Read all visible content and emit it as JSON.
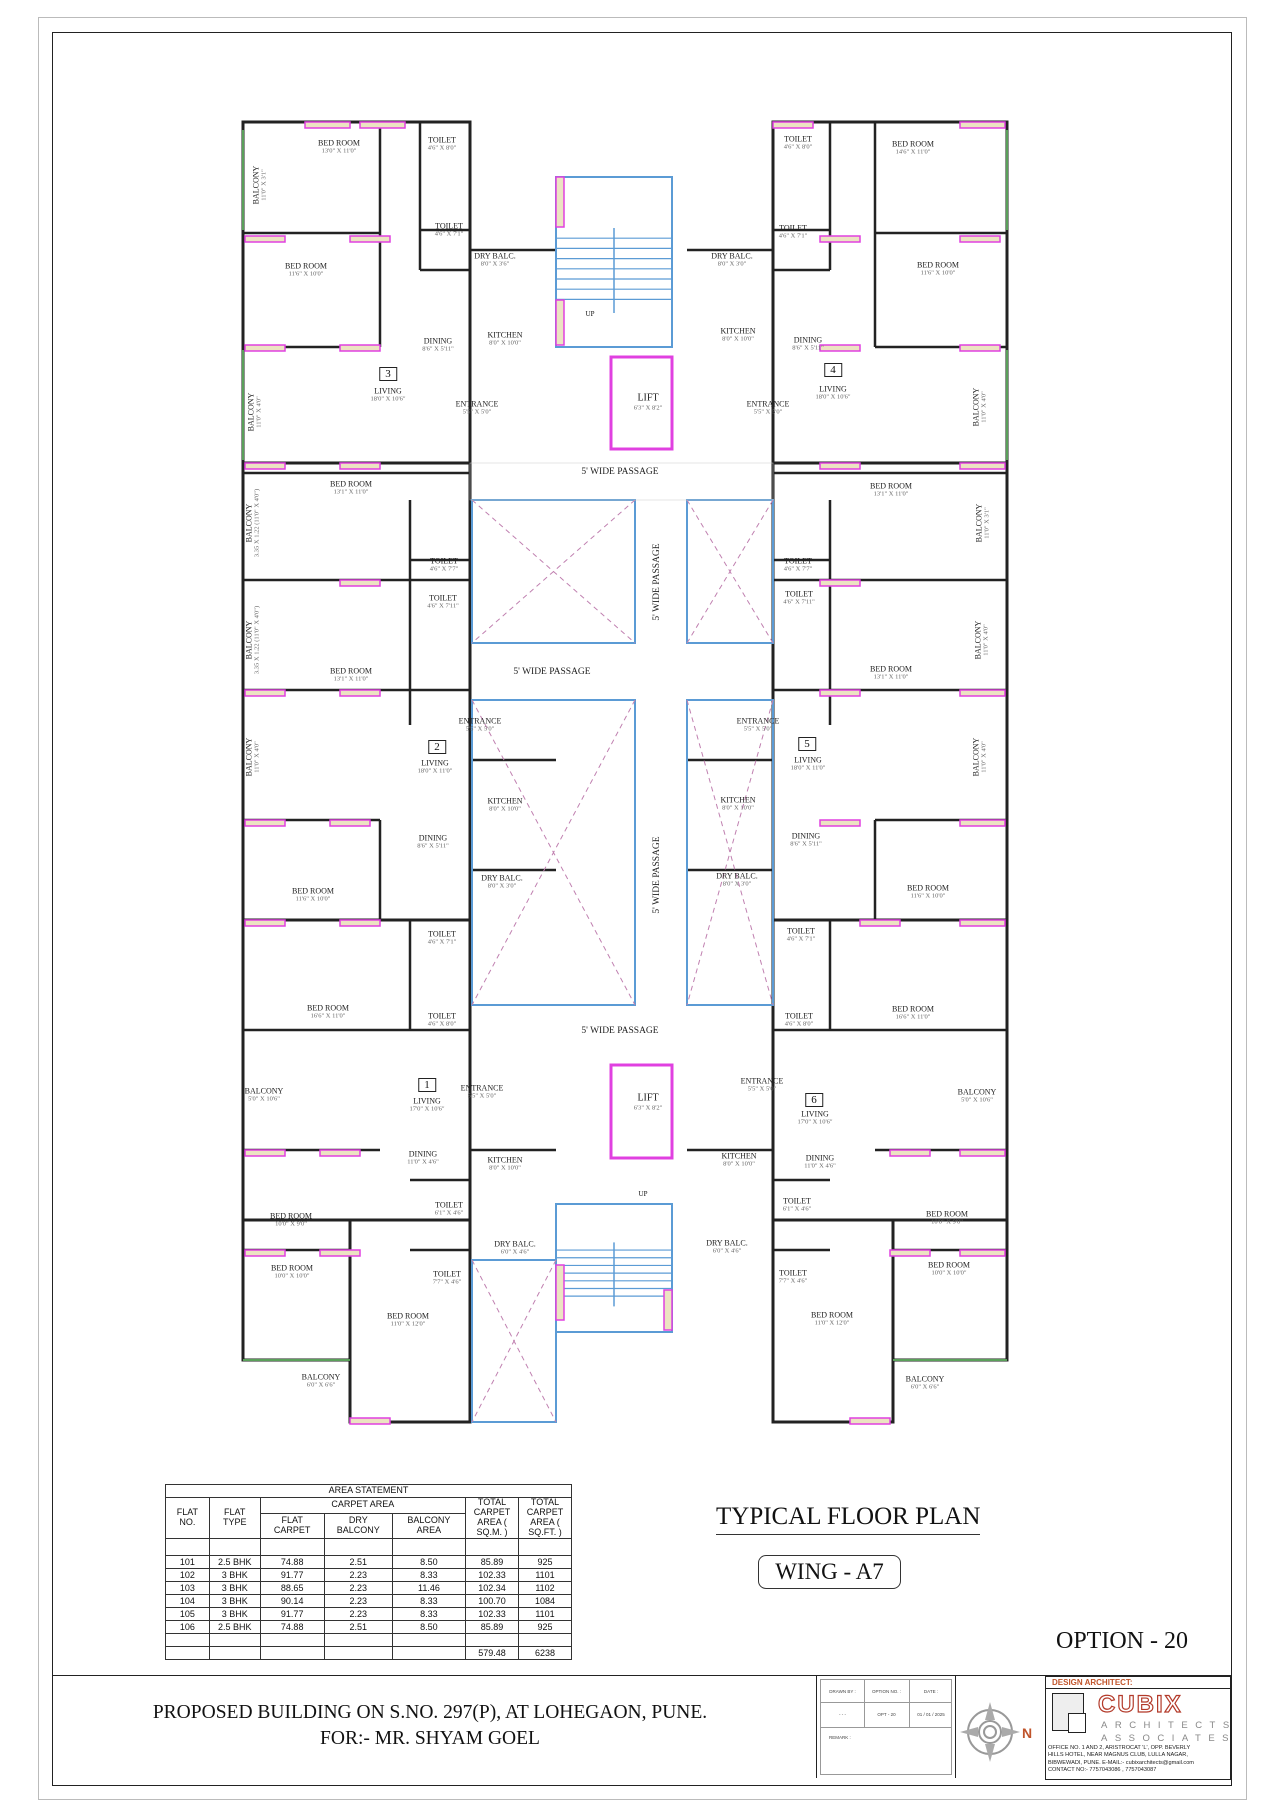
{
  "plan": {
    "rooms": [
      {
        "name": "BED ROOM",
        "size": "13'0\" X 11'0\""
      },
      {
        "name": "TOILET",
        "size": "4'6\" X 8'0\""
      },
      {
        "name": "TOILET",
        "size": "4'6\" X 7'1\""
      },
      {
        "name": "BALCONY",
        "size": "11'0\" X 3'1\""
      },
      {
        "name": "BED ROOM",
        "size": "11'6\" X 10'0\""
      },
      {
        "name": "DRY BALC.",
        "size": "8'0\" X 3'6\""
      },
      {
        "name": "DINING",
        "size": "8'6\" X 5'11\""
      },
      {
        "name": "KITCHEN",
        "size": "8'0\" X 10'0\""
      },
      {
        "name": "LIVING",
        "size": "18'0\" X 10'6\""
      },
      {
        "name": "ENTRANCE",
        "size": "5'5\" X 5'0\""
      },
      {
        "name": "BALCONY",
        "size": "11'0\" X 4'0\""
      },
      {
        "name": "TOILET",
        "size": "4'6\" X 8'0\""
      },
      {
        "name": "BED ROOM",
        "size": "14'6\" X 11'0\""
      },
      {
        "name": "TOILET",
        "size": "4'6\" X 7'1\""
      },
      {
        "name": "DRY BALC.",
        "size": "8'0\" X 3'0\""
      },
      {
        "name": "BED ROOM",
        "size": "11'6\" X 10'0\""
      },
      {
        "name": "KITCHEN",
        "size": "8'0\" X 10'0\""
      },
      {
        "name": "DINING",
        "size": "8'6\" X 5'11\""
      },
      {
        "name": "LIVING",
        "size": "18'0\" X 10'6\""
      },
      {
        "name": "ENTRANCE",
        "size": "5'5\" X 5'0\""
      },
      {
        "name": "BALCONY",
        "size": "11'0\" X 4'0\""
      },
      {
        "name": "BED ROOM",
        "size": "13'1\" X 11'0\""
      },
      {
        "name": "BALCONY",
        "size": "3.35 X 1.22 (11'0\" X 4'0\")"
      },
      {
        "name": "TOILET",
        "size": "4'6\" X 7'7\""
      },
      {
        "name": "TOILET",
        "size": "4'6\" X 7'11\""
      },
      {
        "name": "BALCONY",
        "size": "3.35 X 1.22 (11'0\" X 4'0\")"
      },
      {
        "name": "BED ROOM",
        "size": "13'1\" X 11'0\""
      },
      {
        "name": "ENTRANCE",
        "size": "5'5\" X 5'0\""
      },
      {
        "name": "LIVING",
        "size": "18'0\" X 11'0\""
      },
      {
        "name": "BALCONY",
        "size": "11'0\" X 4'0\""
      },
      {
        "name": "KITCHEN",
        "size": "8'0\" X 10'0\""
      },
      {
        "name": "DINING",
        "size": "8'6\" X 5'11\""
      },
      {
        "name": "DRY BALC.",
        "size": "8'0\" X 3'0\""
      },
      {
        "name": "BED ROOM",
        "size": "11'6\" X 10'0\""
      },
      {
        "name": "BED ROOM",
        "size": "13'1\" X 11'0\""
      },
      {
        "name": "BALCONY",
        "size": "11'0\" X 3'1\""
      },
      {
        "name": "TOILET",
        "size": "4'6\" X 7'7\""
      },
      {
        "name": "TOILET",
        "size": "4'6\" X 7'11\""
      },
      {
        "name": "BALCONY",
        "size": "11'0\" X 4'0\""
      },
      {
        "name": "BED ROOM",
        "size": "13'1\" X 11'0\""
      },
      {
        "name": "ENTRANCE",
        "size": "5'5\" X 5'0\""
      },
      {
        "name": "LIVING",
        "size": "18'0\" X 11'0\""
      },
      {
        "name": "BALCONY",
        "size": "11'0\" X 4'0\""
      },
      {
        "name": "KITCHEN",
        "size": "8'0\" X 10'0\""
      },
      {
        "name": "DINING",
        "size": "8'6\" X 5'11\""
      },
      {
        "name": "DRY BALC.",
        "size": "8'0\" X 3'0\""
      },
      {
        "name": "BED ROOM",
        "size": "11'6\" X 10'0\""
      },
      {
        "name": "TOILET",
        "size": "4'6\" X 7'1\""
      },
      {
        "name": "BED ROOM",
        "size": "16'6\" X 11'0\""
      },
      {
        "name": "TOILET",
        "size": "4'6\" X 8'0\""
      },
      {
        "name": "BALCONY",
        "size": "5'0\" X 10'6\""
      },
      {
        "name": "LIVING",
        "size": "17'0\" X 10'6\""
      },
      {
        "name": "ENTRANCE",
        "size": "5'5\" X 5'0\""
      },
      {
        "name": "DINING",
        "size": "11'0\" X 4'6\""
      },
      {
        "name": "KITCHEN",
        "size": "8'0\" X 10'0\""
      },
      {
        "name": "TOILET",
        "size": "6'1\" X 4'6\""
      },
      {
        "name": "BED ROOM",
        "size": "10'0\" X 9'0\""
      },
      {
        "name": "DRY BALC.",
        "size": "6'0\" X 4'6\""
      },
      {
        "name": "BED ROOM",
        "size": "10'0\" X 10'0\""
      },
      {
        "name": "TOILET",
        "size": "7'7\" X 4'6\""
      },
      {
        "name": "BED ROOM",
        "size": "11'0\" X 12'0\""
      },
      {
        "name": "BALCONY",
        "size": "6'0\" X 6'6\""
      },
      {
        "name": "TOILET",
        "size": "4'6\" X 7'1\""
      },
      {
        "name": "BED ROOM",
        "size": "16'6\" X 11'0\""
      },
      {
        "name": "TOILET",
        "size": "4'6\" X 8'0\""
      },
      {
        "name": "ENTRANCE",
        "size": "5'5\" X 5'0\""
      },
      {
        "name": "BALCONY",
        "size": "5'0\" X 10'6\""
      },
      {
        "name": "LIVING",
        "size": "17'0\" X 10'6\""
      },
      {
        "name": "KITCHEN",
        "size": "8'0\" X 10'0\""
      },
      {
        "name": "DINING",
        "size": "11'0\" X 4'6\""
      },
      {
        "name": "TOILET",
        "size": "6'1\" X 4'6\""
      },
      {
        "name": "BED ROOM",
        "size": "10'0\" X 9'0\""
      },
      {
        "name": "DRY BALC.",
        "size": "6'0\" X 4'6\""
      },
      {
        "name": "TOILET",
        "size": "7'7\" X 4'6\""
      },
      {
        "name": "BED ROOM",
        "size": "10'0\" X 10'0\""
      },
      {
        "name": "BED ROOM",
        "size": "11'0\" X 12'0\""
      },
      {
        "name": "BALCONY",
        "size": "6'0\" X 6'6\""
      },
      {
        "name": "LIFT",
        "size": "6'3\" X 8'2\""
      },
      {
        "name": "LIFT",
        "size": "6'3\" X 8'2\""
      }
    ],
    "flat_numbers": [
      "3",
      "4",
      "2",
      "5",
      "1",
      "6"
    ],
    "passages": [
      "5' WIDE PASSAGE",
      "5' WIDE PASSAGE",
      "5' WIDE PASSAGE",
      "5' WIDE PASSAGE",
      "5' WIDE PASSAGE"
    ],
    "stair_labels": [
      "UP",
      "UP"
    ],
    "colors": {
      "wall": "#222222",
      "window": "#e040e0",
      "window_fill": "#ece3c2",
      "glazing": "#5b9bd5",
      "balcony_rail": "#5aa05a",
      "furniture": "#b0651e",
      "shaft": "#c080b0"
    }
  },
  "area_statement": {
    "title": "AREA STATEMENT",
    "group_header": "CARPET AREA",
    "headers": [
      "FLAT NO.",
      "FLAT TYPE",
      "FLAT CARPET",
      "DRY BALCONY",
      "BALCONY AREA",
      "TOTAL CARPET AREA ( SQ.M. )",
      "TOTAL CARPET AREA ( SQ.FT. )"
    ],
    "rows": [
      [
        "101",
        "2.5 BHK",
        "74.88",
        "2.51",
        "8.50",
        "85.89",
        "925"
      ],
      [
        "102",
        "3 BHK",
        "91.77",
        "2.23",
        "8.33",
        "102.33",
        "1101"
      ],
      [
        "103",
        "3 BHK",
        "88.65",
        "2.23",
        "11.46",
        "102.34",
        "1102"
      ],
      [
        "104",
        "3 BHK",
        "90.14",
        "2.23",
        "8.33",
        "100.70",
        "1084"
      ],
      [
        "105",
        "3 BHK",
        "91.77",
        "2.23",
        "8.33",
        "102.33",
        "1101"
      ],
      [
        "106",
        "2.5 BHK",
        "74.88",
        "2.51",
        "8.50",
        "85.89",
        "925"
      ]
    ],
    "totals": [
      "",
      "",
      "",
      "",
      "",
      "579.48",
      "6238"
    ]
  },
  "drawing_title": "TYPICAL FLOOR PLAN",
  "wing": "WING - A7",
  "option": "OPTION - 20",
  "project": {
    "line1": "PROPOSED BUILDING ON S.NO. 297(P), AT LOHEGAON, PUNE.",
    "line2": "FOR:- MR. SHYAM GOEL"
  },
  "info_block": {
    "drawn_by_label": "DRAWN BY :",
    "option_no_label": "OPTION NO. :",
    "date_label": "DATE :",
    "drawn_by": "- - -",
    "option_no": "OPT - 20",
    "date": "01 / 01 / 2025",
    "remark_label": "REMARK :"
  },
  "compass": {
    "north_label": "N",
    "icon": "north-compass-icon"
  },
  "architect": {
    "header": "DESIGN ARCHITECT:",
    "logo_text": "CUBIX",
    "logo_line2": "ARCHITECTS",
    "logo_line3": "ASSOCIATES",
    "address": [
      "OFFICE NO. 1 AND 2, ARISTROCAT 'L', OPP. BEVERLY",
      "HILLS HOTEL, NEAR MAGNUS CLUB, LULLA NAGAR,",
      "BIBWEWADI, PUNE. E-MAIL:- cubixarchitects@gmail.com",
      "CONTACT NO:- 7757043086 , 7757043087"
    ],
    "brand_color": "#b33a2a"
  }
}
